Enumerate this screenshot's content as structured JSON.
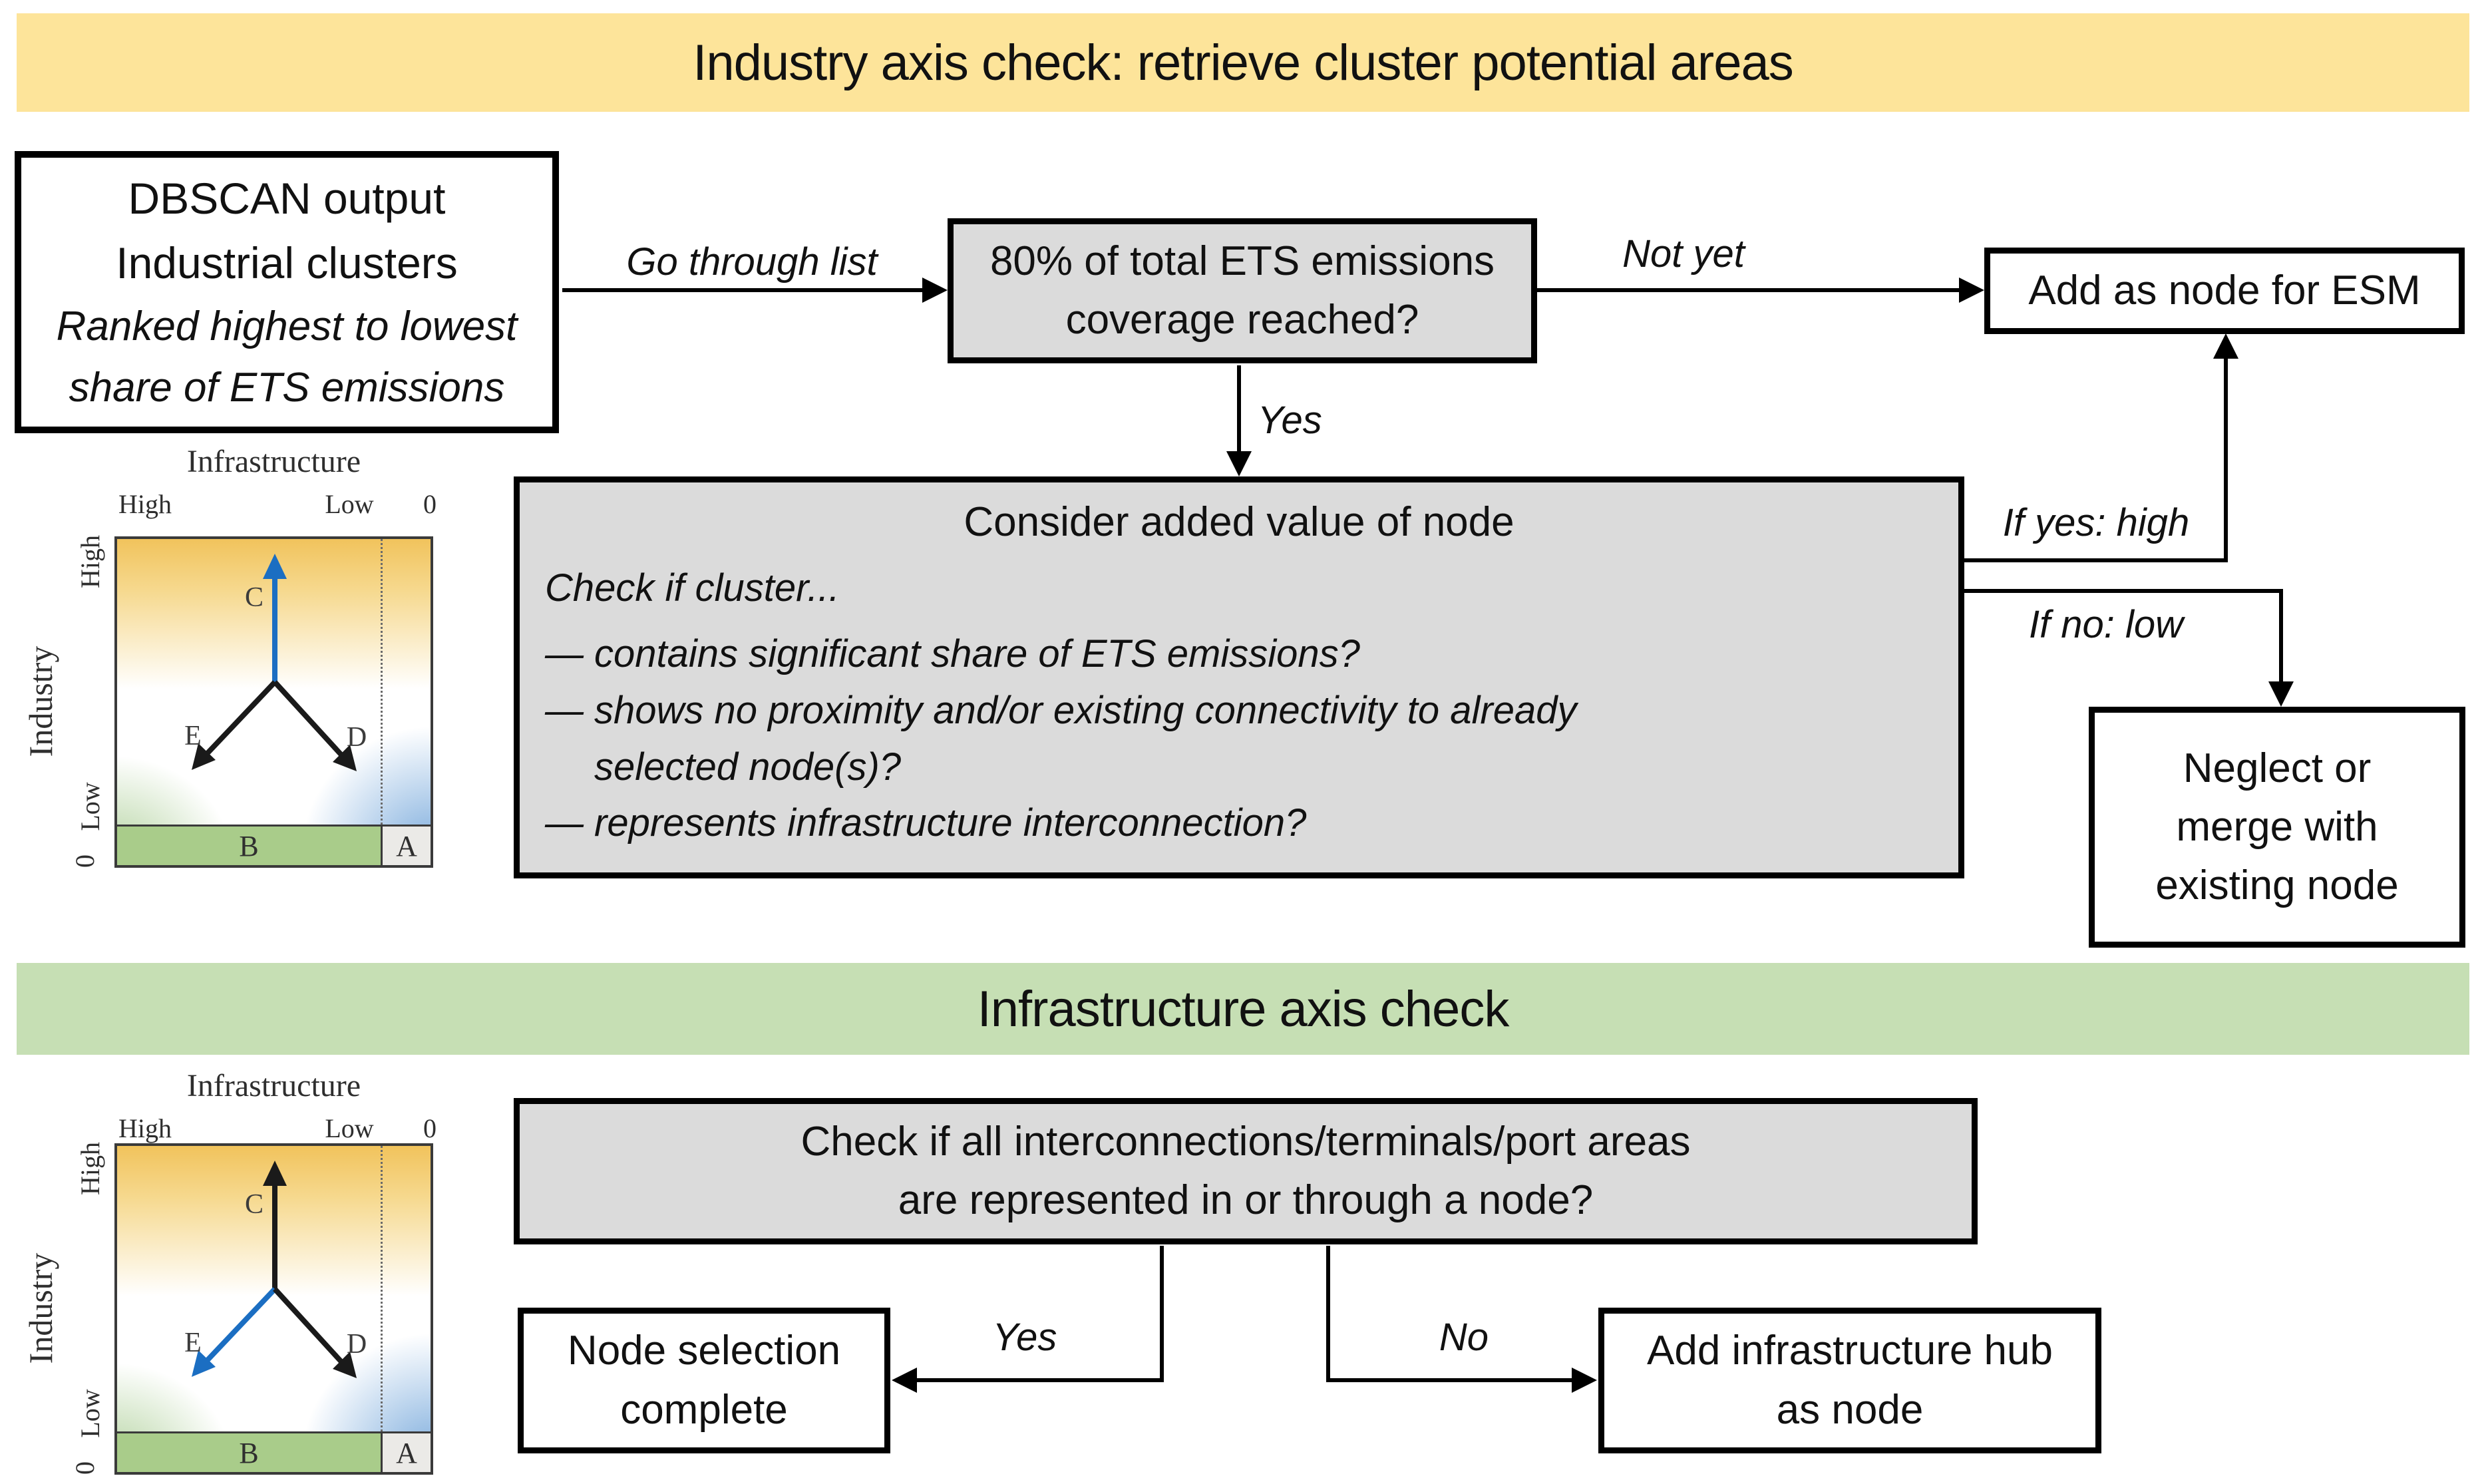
{
  "banners": {
    "industry": "Industry axis check: retrieve cluster potential areas",
    "infrastructure": "Infrastructure axis check"
  },
  "boxes": {
    "dbscan": {
      "line1": "DBSCAN output",
      "line2": "Industrial clusters",
      "line3": "Ranked highest to lowest",
      "line4": "share of ETS emissions"
    },
    "ets": {
      "line1": "80% of total ETS emissions",
      "line2": "coverage reached?"
    },
    "add_esm": {
      "label": "Add as node for ESM"
    },
    "consider": {
      "title": "Consider added value of node",
      "intro": "Check if cluster...",
      "marker": "—",
      "bullet1": "contains significant share of ETS emissions?",
      "bullet2_line1": "shows no proximity and/or existing connectivity to already",
      "bullet2_line2": "selected node(s)?",
      "bullet3": "represents infrastructure interconnection?"
    },
    "neglect": {
      "label": "Neglect or merge with existing node"
    },
    "check_infra": {
      "line1": "Check if all interconnections/terminals/port areas",
      "line2": "are represented in or through a node?"
    },
    "node_complete": {
      "label": "Node selection complete"
    },
    "add_hub": {
      "label": "Add infrastructure hub as node"
    }
  },
  "edge_labels": {
    "go_through": "Go through list",
    "not_yet": "Not yet",
    "yes_top": "Yes",
    "if_yes": "If yes: high",
    "if_no": "If no: low",
    "yes_bottom": "Yes",
    "no_bottom": "No"
  },
  "matrix": {
    "title": "Infrastructure",
    "x_high": "High",
    "x_low": "Low",
    "x_zero": "0",
    "y_label": "Industry",
    "y_high": "High",
    "y_low": "Low",
    "y_zero": "0",
    "arrow_c": "C",
    "arrow_d": "D",
    "arrow_e": "E",
    "zone_b": "B",
    "zone_a": "A"
  },
  "colors": {
    "banner_yellow": "#fde49a",
    "banner_green": "#c6dfb4",
    "box_fill_gray": "#dbdbdb",
    "highlight_blue": "#1b6ec2",
    "zone_b_green": "#a9cc8a",
    "zone_a_gray": "#ebeae7"
  }
}
